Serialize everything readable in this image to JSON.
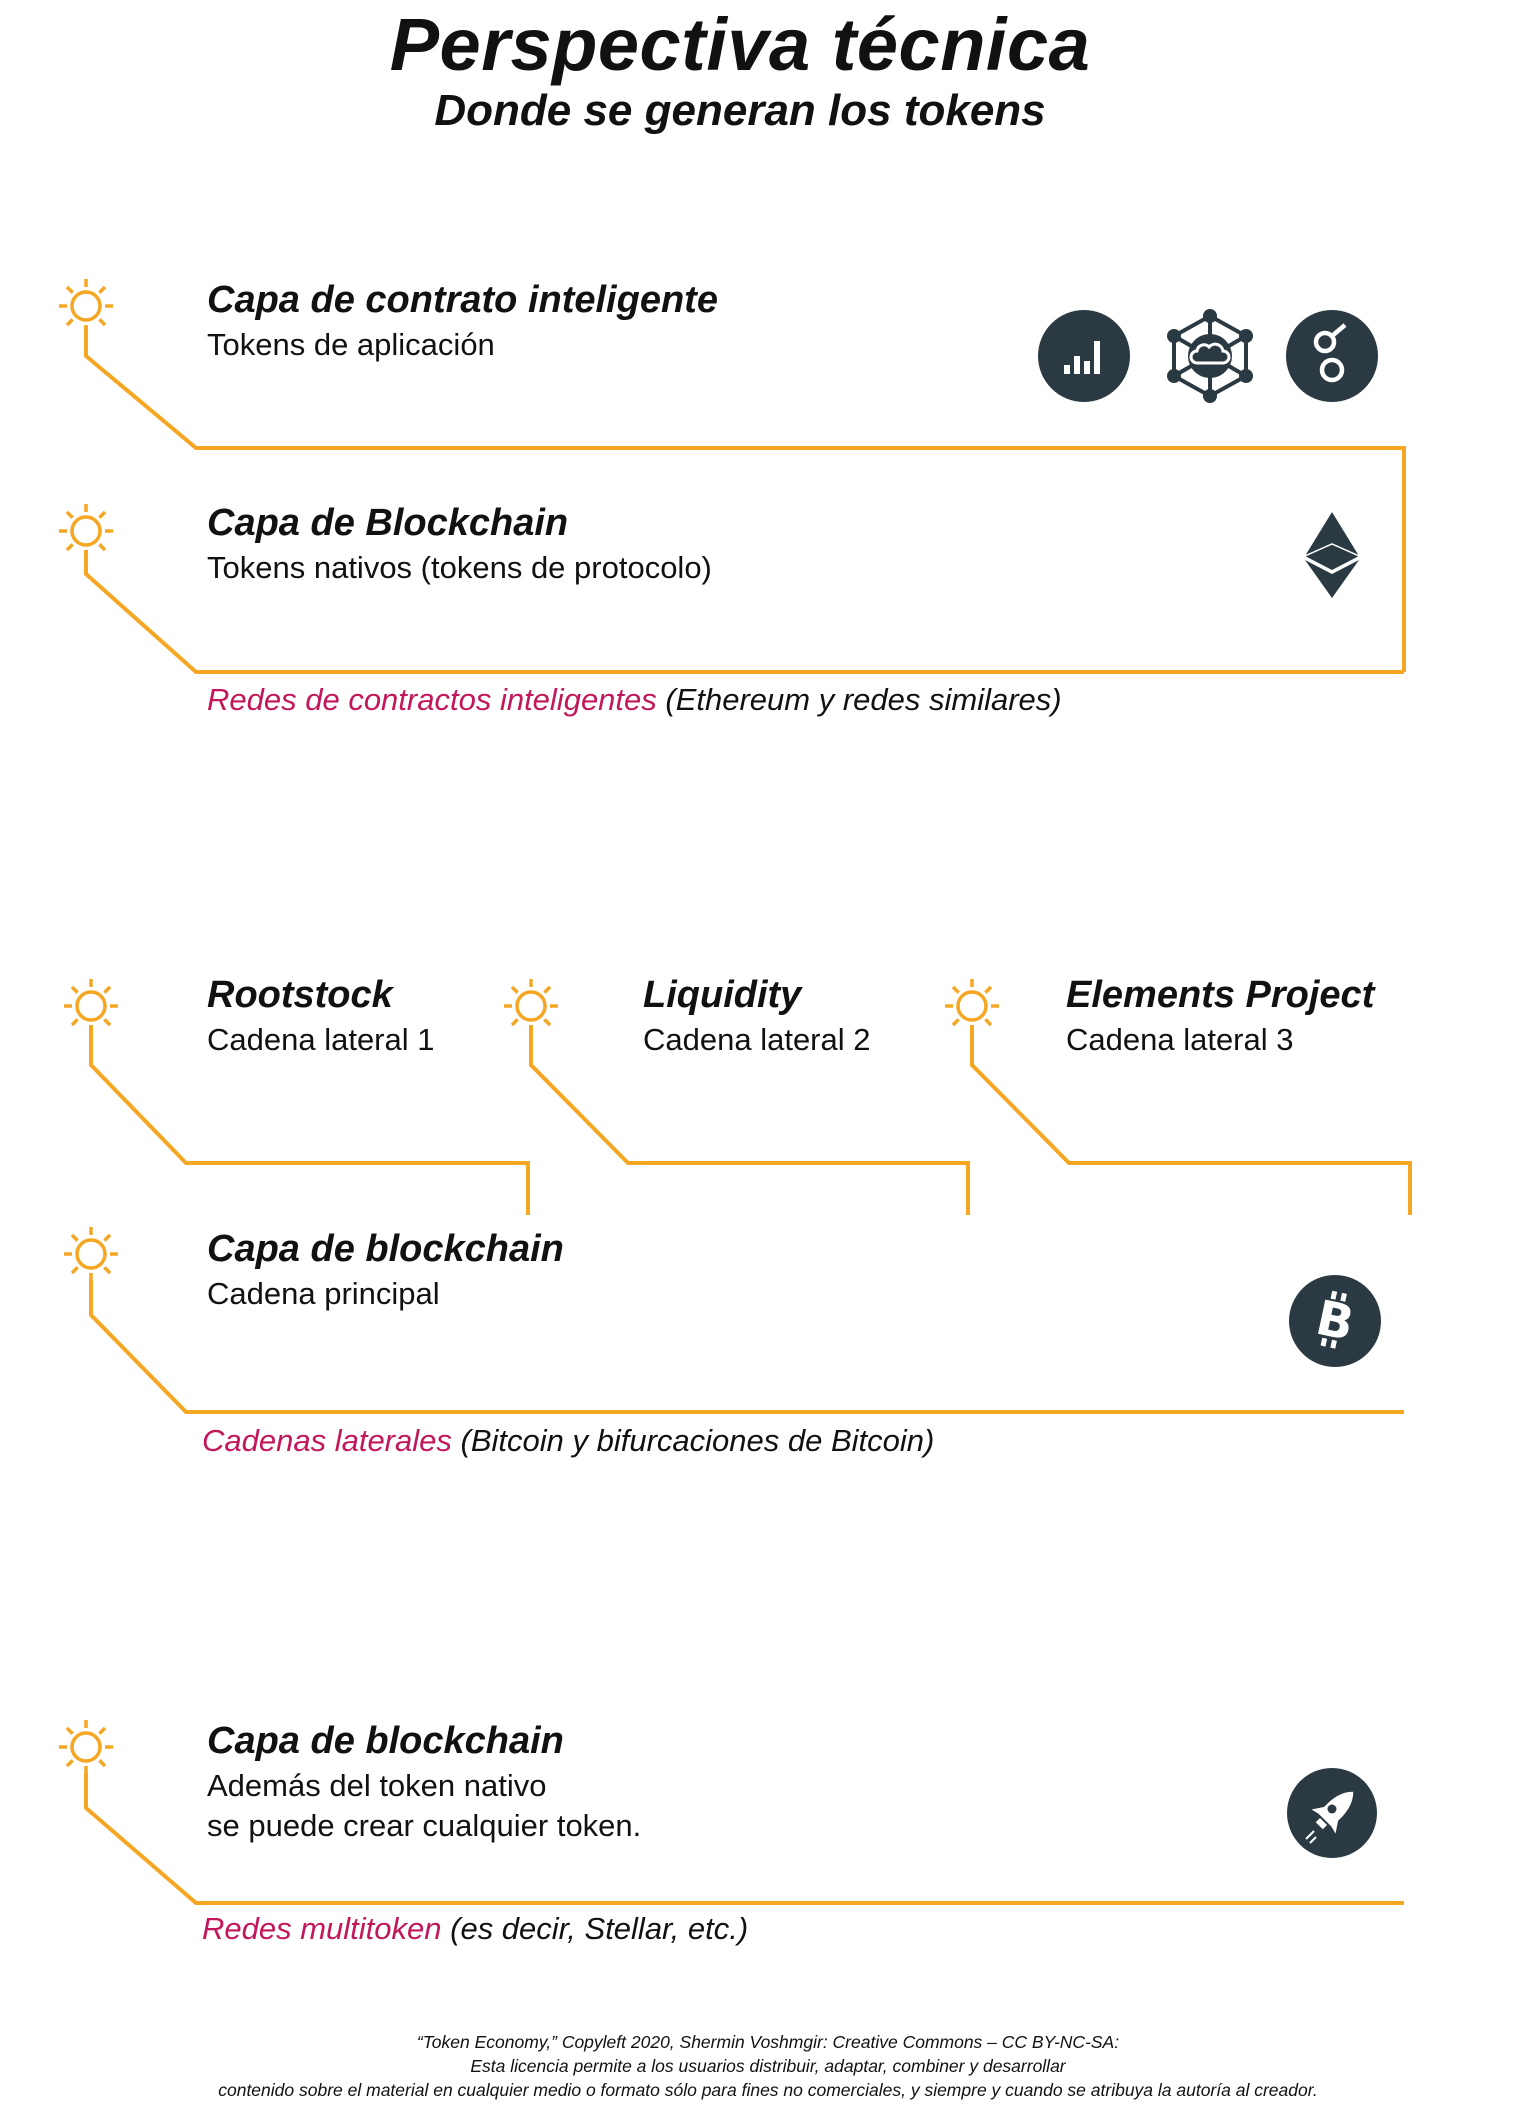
{
  "title": "Perspectiva técnica",
  "subtitle": "Donde se generan los tokens",
  "colors": {
    "line": "#F5A623",
    "accent": "#C2185B",
    "icon_bg": "#2B3A42"
  },
  "sections": [
    {
      "layers": [
        {
          "title": "Capa de contrato inteligente",
          "subtitle": "Tokens de aplicación",
          "icons": [
            "bar-chart-icon",
            "cloud-network-icon",
            "glasses-token-icon"
          ]
        },
        {
          "title": "Capa de Blockchain",
          "subtitle": "Tokens nativos (tokens de protocolo)",
          "icons": [
            "ethereum-icon"
          ]
        }
      ],
      "caption_highlight": "Redes de contractos inteligentes",
      "caption_rest": " (Ethereum y redes similares)"
    },
    {
      "sidechains": [
        {
          "title": "Rootstock",
          "subtitle": "Cadena lateral 1"
        },
        {
          "title": "Liquidity",
          "subtitle": "Cadena lateral 2"
        },
        {
          "title": "Elements Project",
          "subtitle": "Cadena lateral 3"
        }
      ],
      "layers": [
        {
          "title": "Capa de blockchain",
          "subtitle": "Cadena principal",
          "icons": [
            "bitcoin-icon"
          ]
        }
      ],
      "caption_highlight": "Cadenas laterales",
      "caption_rest": " (Bitcoin y bifurcaciones de Bitcoin)"
    },
    {
      "layers": [
        {
          "title": "Capa de blockchain",
          "subtitle_line1": "Además del token nativo",
          "subtitle_line2": "se puede crear cualquier token.",
          "icons": [
            "rocket-icon"
          ]
        }
      ],
      "caption_highlight": "Redes multitoken",
      "caption_rest": "  (es decir, Stellar, etc.)"
    }
  ],
  "footer": {
    "line1": "“Token Economy,” Copyleft 2020, Shermin Voshmgir: Creative Commons – CC BY-NC-SA:",
    "line2": "Esta licencia permite a los usuarios distribuir, adaptar, combiner y desarrollar",
    "line3": "contenido sobre el material en cualquier medio o formato sólo para fines no comerciales, y siempre y cuando se atribuya la autoría al creador."
  }
}
